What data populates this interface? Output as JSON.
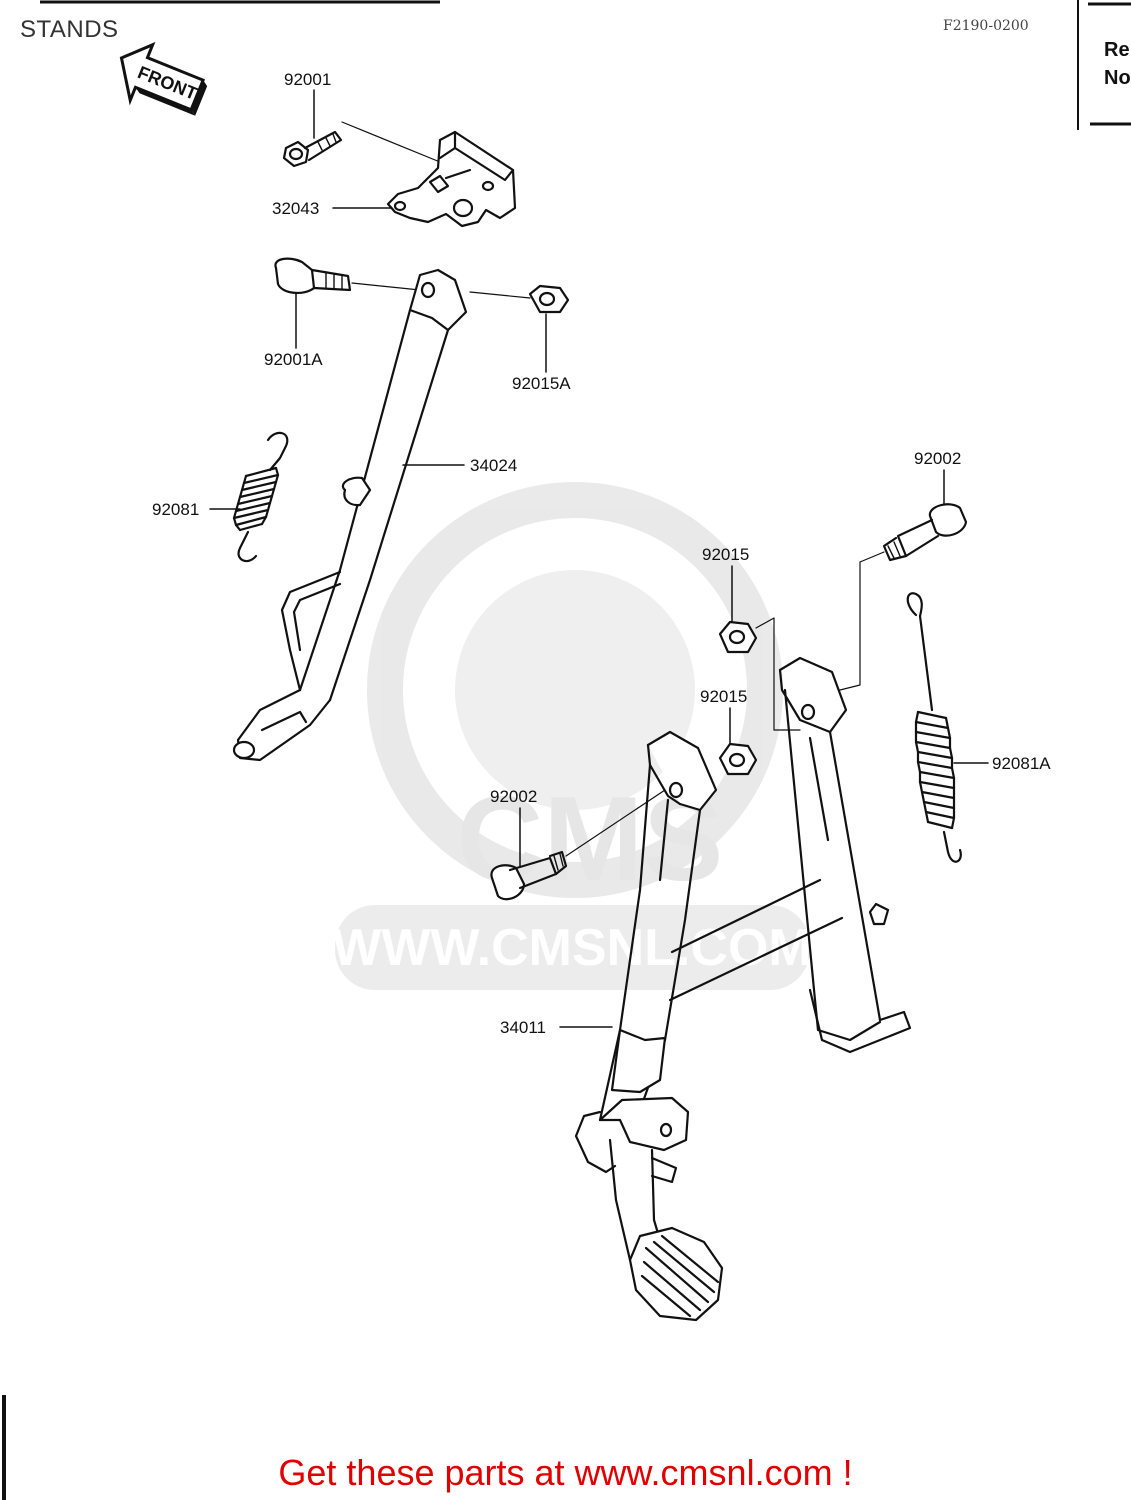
{
  "page": {
    "title": "STANDS",
    "figure_code": "F2190-0200",
    "ref_header": [
      "Re",
      "No"
    ],
    "front_arrow_label": "FRONT",
    "footer_link": "Get these parts at www.cmsnl.com !"
  },
  "watermark": {
    "brand": "CMS",
    "url": "WWW.CMSNL.COM"
  },
  "parts": [
    {
      "id": "92001",
      "label": "92001"
    },
    {
      "id": "32043",
      "label": "32043"
    },
    {
      "id": "92001A",
      "label": "92001A"
    },
    {
      "id": "92015A",
      "label": "92015A"
    },
    {
      "id": "34024",
      "label": "34024"
    },
    {
      "id": "92081",
      "label": "92081"
    },
    {
      "id": "92002-top",
      "label": "92002"
    },
    {
      "id": "92015-top",
      "label": "92015"
    },
    {
      "id": "92015-mid",
      "label": "92015"
    },
    {
      "id": "92081A",
      "label": "92081A"
    },
    {
      "id": "92002-left",
      "label": "92002"
    },
    {
      "id": "34011",
      "label": "34011"
    }
  ]
}
